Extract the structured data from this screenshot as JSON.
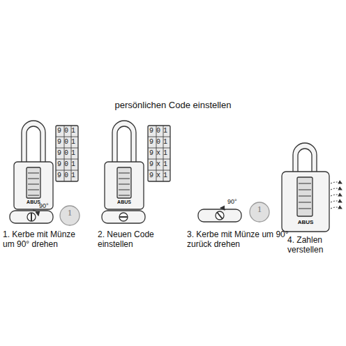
{
  "diagram": {
    "title": "persönlichen Code einstellen",
    "labels": [
      "901",
      "901",
      "901",
      "901",
      "901",
      "901",
      "901",
      "9x1",
      "9x1",
      "9x1",
      "ABUS",
      "ABUS",
      "ABUS",
      "90°",
      "1",
      "90°",
      "1",
      "1. Kerbe mit Münze um 90° drehen",
      "2. Neuen Code einstellen",
      "3. Kerbe mit Münze um 90° zurück drehen",
      "4. Zahlen verstellen"
    ]
  }
}
